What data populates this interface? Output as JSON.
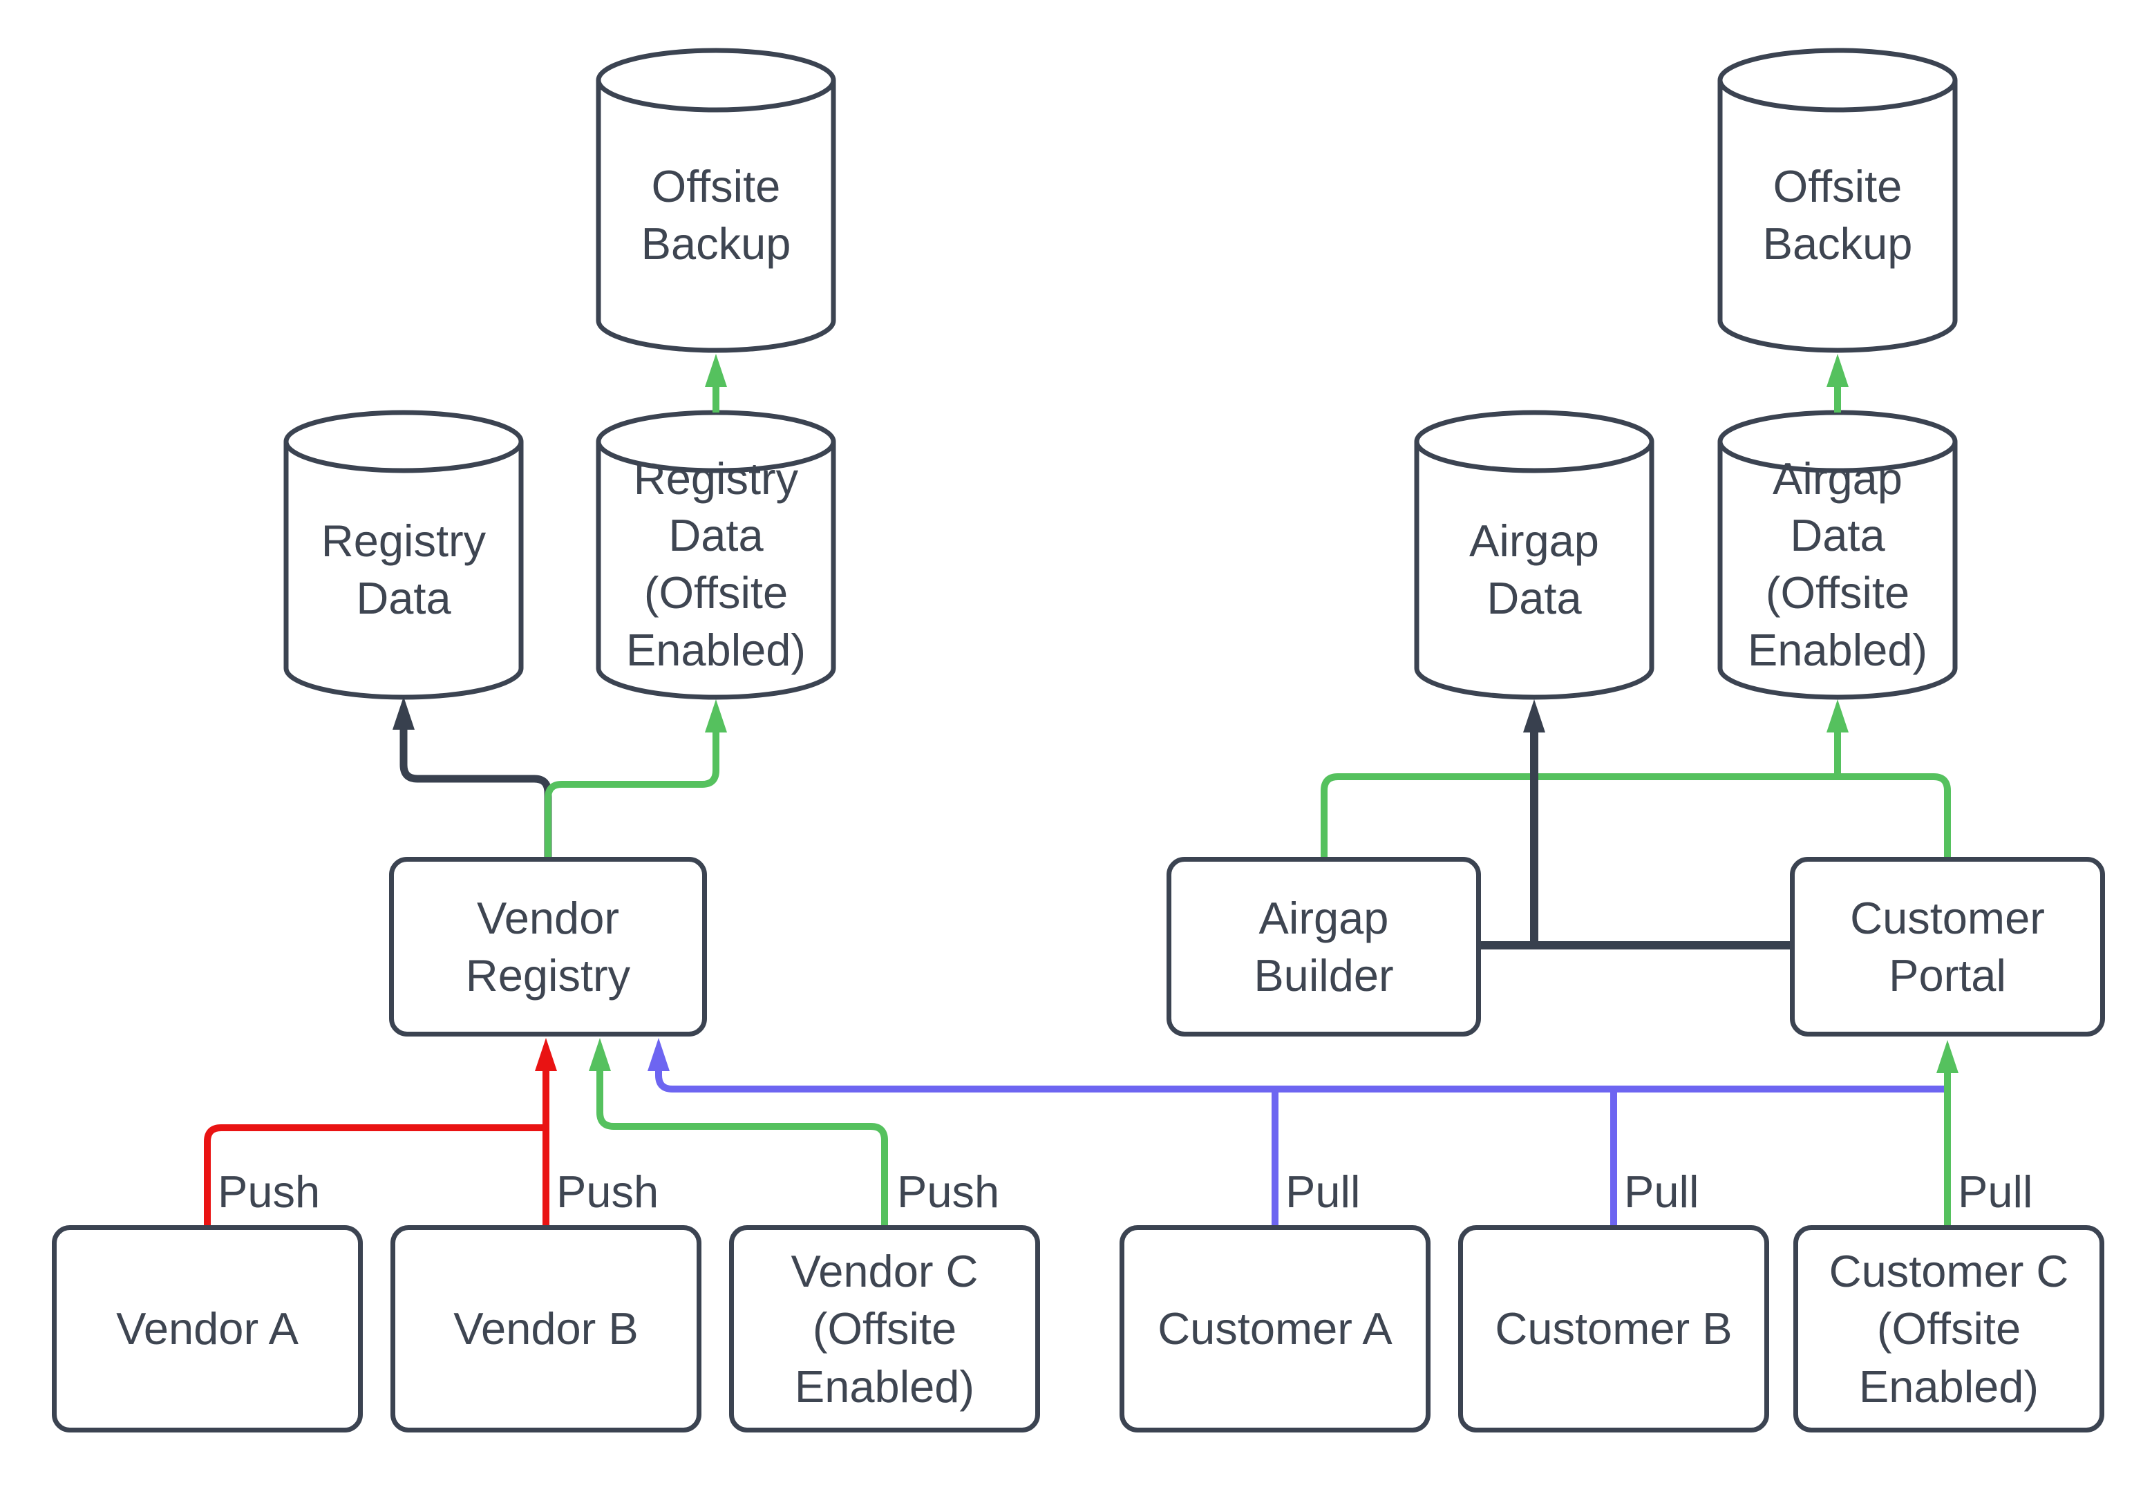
{
  "diagram": {
    "title": "",
    "background": "#ffffff",
    "colors": {
      "outline": "#3b4351",
      "text": "#3e4551",
      "dark_link": "#38404e",
      "push_red": "#e91313",
      "offsite_green": "#55c15e",
      "pull_blue": "#6d65f1",
      "shape_fill": "#ffffff"
    },
    "nodes": {
      "offsite_backup_left": {
        "label": "Offsite\nBackup",
        "shape": "cylinder"
      },
      "offsite_backup_right": {
        "label": "Offsite\nBackup",
        "shape": "cylinder"
      },
      "registry_data": {
        "label": "Registry\nData",
        "shape": "cylinder"
      },
      "registry_data_offsite": {
        "label": "Registry\nData\n(Offsite\nEnabled)",
        "shape": "cylinder"
      },
      "airgap_data": {
        "label": "Airgap\nData",
        "shape": "cylinder"
      },
      "airgap_data_offsite": {
        "label": "Airgap\nData\n(Offsite\nEnabled)",
        "shape": "cylinder"
      },
      "vendor_registry": {
        "label": "Vendor\nRegistry",
        "shape": "box"
      },
      "airgap_builder": {
        "label": "Airgap\nBuilder",
        "shape": "box"
      },
      "customer_portal": {
        "label": "Customer\nPortal",
        "shape": "box"
      },
      "vendor_a": {
        "label": "Vendor A",
        "shape": "box"
      },
      "vendor_b": {
        "label": "Vendor B",
        "shape": "box"
      },
      "vendor_c": {
        "label": "Vendor C\n(Offsite\nEnabled)",
        "shape": "box"
      },
      "customer_a": {
        "label": "Customer A",
        "shape": "box"
      },
      "customer_b": {
        "label": "Customer B",
        "shape": "box"
      },
      "customer_c": {
        "label": "Customer C\n(Offsite\nEnabled)",
        "shape": "box"
      }
    },
    "edges": {
      "vendor_a_push": {
        "from": "Vendor A",
        "to": "Vendor Registry",
        "label": "Push",
        "color": "red"
      },
      "vendor_b_push": {
        "from": "Vendor B",
        "to": "Vendor Registry",
        "label": "Push",
        "color": "red"
      },
      "vendor_c_push": {
        "from": "Vendor C (Offsite Enabled)",
        "to": "Vendor Registry",
        "label": "Push",
        "color": "green"
      },
      "customer_a_pull": {
        "from": "Customer A",
        "to": "Vendor Registry",
        "label": "Pull",
        "color": "blue"
      },
      "customer_b_pull": {
        "from": "Customer B",
        "to": "Vendor Registry",
        "label": "Pull",
        "color": "blue"
      },
      "customer_c_pull": {
        "from": "Customer C (Offsite Enabled)",
        "to": "Customer Portal",
        "label": "Pull",
        "color": "green"
      },
      "registry_to_registry_data": {
        "from": "Vendor Registry",
        "to": "Registry Data",
        "label": "",
        "color": "dark"
      },
      "registry_to_registry_offsite": {
        "from": "Vendor Registry",
        "to": "Registry Data (Offsite Enabled)",
        "label": "",
        "color": "green"
      },
      "registry_offsite_to_backup": {
        "from": "Registry Data (Offsite Enabled)",
        "to": "Offsite Backup",
        "label": "",
        "color": "green"
      },
      "builder_portal_to_airgap_data": {
        "from": "Airgap Builder / Customer Portal",
        "to": "Airgap Data",
        "label": "",
        "color": "dark"
      },
      "builder_to_airgap_offsite": {
        "from": "Airgap Builder",
        "to": "Airgap Data (Offsite Enabled)",
        "label": "",
        "color": "green"
      },
      "portal_to_airgap_offsite": {
        "from": "Customer Portal",
        "to": "Airgap Data (Offsite Enabled)",
        "label": "",
        "color": "green"
      },
      "airgap_offsite_to_backup": {
        "from": "Airgap Data (Offsite Enabled)",
        "to": "Offsite Backup",
        "label": "",
        "color": "green"
      }
    }
  }
}
